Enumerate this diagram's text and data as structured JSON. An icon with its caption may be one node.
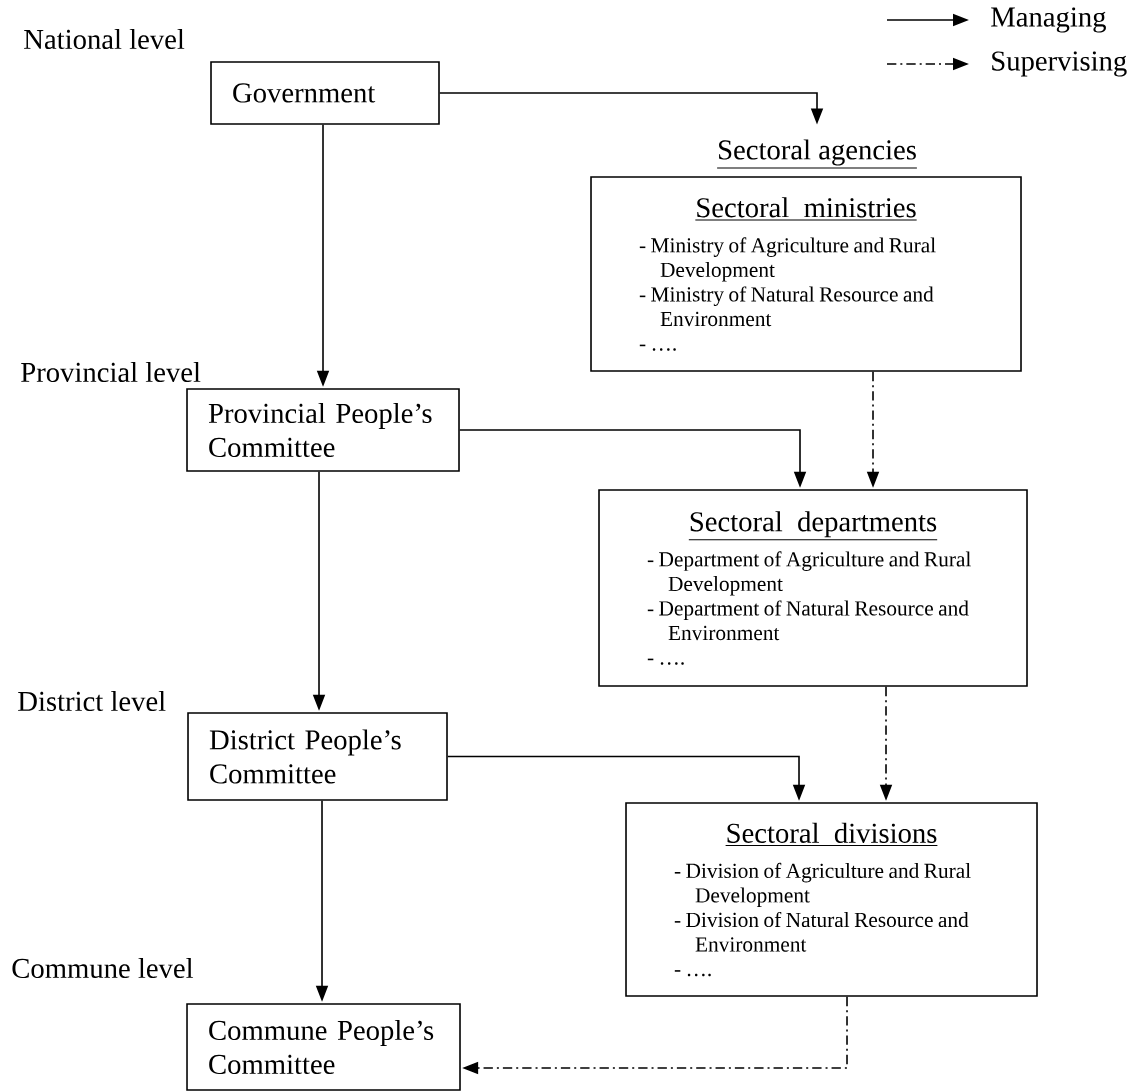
{
  "diagram": {
    "nodes": [
      {
        "text": [
          "Government"
        ]
      },
      {
        "text": [
          "Sectoral agencies"
        ]
      },
      {
        "text": [
          "Sectoral ministries",
          "- Ministry of Agriculture and Rural Development",
          "- Ministry of Natural Resource and Environment",
          "- …."
        ]
      },
      {
        "text": [
          "Provincial People’s Committee"
        ]
      },
      {
        "text": [
          "Sectoral departments",
          "- Department of Agriculture and Rural Development",
          "- Department of Natural Resource and Environment",
          "- …."
        ]
      },
      {
        "text": [
          "District People’s Committee"
        ]
      },
      {
        "text": [
          "Sectoral divisions",
          "- Division of Agriculture and Rural Development",
          "- Division of Natural Resource and Environment",
          "- …."
        ]
      },
      {
        "text": [
          "Commune People’s Committee"
        ]
      }
    ],
    "edges": [
      {
        "from": 0,
        "to": 1,
        "arrow": "to"
      },
      {
        "from": 0,
        "to": 3,
        "arrow": "to"
      },
      {
        "from": 2,
        "to": 4,
        "arrow": "to",
        "style": "dashed"
      },
      {
        "from": 3,
        "to": 4,
        "arrow": "to"
      },
      {
        "from": 3,
        "to": 5,
        "arrow": "to"
      },
      {
        "from": 4,
        "to": 6,
        "arrow": "to",
        "style": "dashed"
      },
      {
        "from": 5,
        "to": 6,
        "arrow": "to"
      },
      {
        "from": 5,
        "to": 7,
        "arrow": "to"
      },
      {
        "from": 6,
        "to": 7,
        "arrow": "to",
        "style": "dashed"
      }
    ],
    "labels": [
      "National level",
      "Provincial level",
      "District level",
      "Commune level"
    ],
    "legend": [
      {
        "text": "Managing"
      },
      {
        "text": "Supervising"
      }
    ]
  }
}
